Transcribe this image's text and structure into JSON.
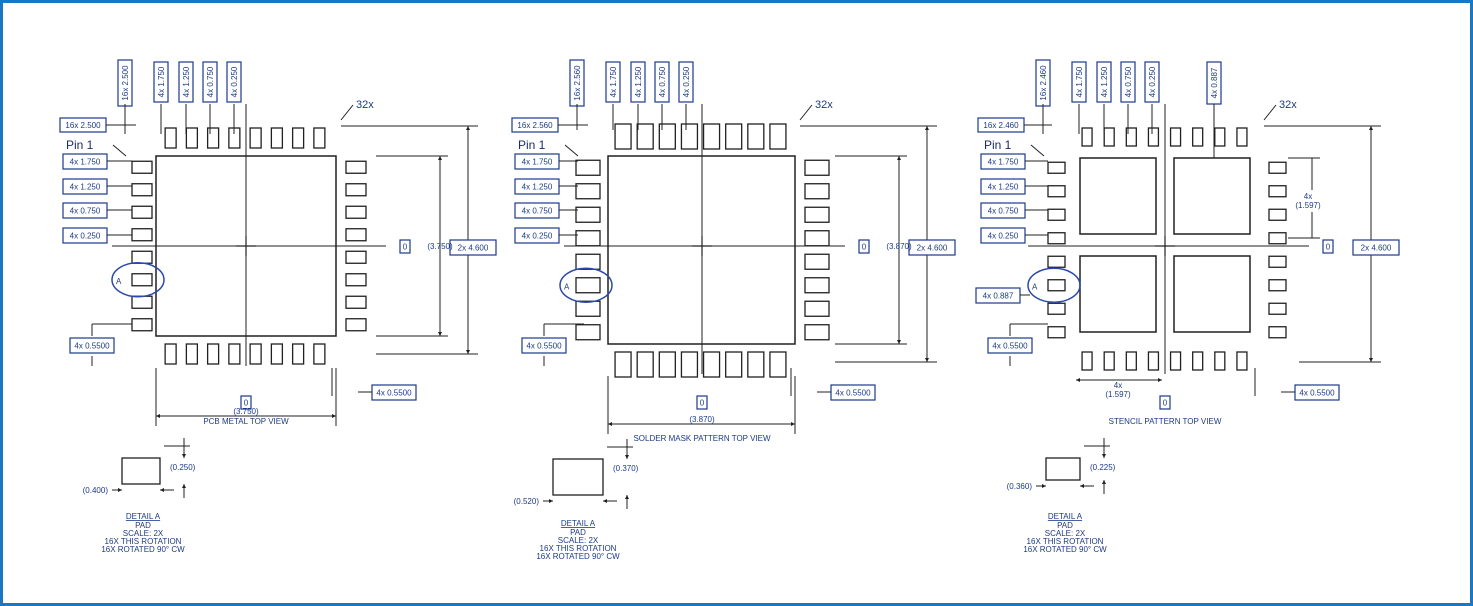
{
  "views": [
    {
      "caption": "PCB METAL TOP VIEW",
      "pin1": "Pin 1",
      "count": "32x",
      "left_labels": [
        "4x 1.750",
        "4x 1.250",
        "4x 0.750",
        "4x 0.250"
      ],
      "top_labels": [
        "16x 2.500",
        "4x 1.750",
        "4x 1.250",
        "4x 0.750",
        "4x 0.250"
      ],
      "row_label": "16x 2.500",
      "pitch_label": "4x 0.5500",
      "pitch_label_right": "4x 0.5500",
      "height_dim": "(3.750)",
      "width_dim": "(3.750)",
      "overall_dim": "2x 4.600",
      "zero_x": "0",
      "zero_y": "0",
      "detail_marker": "A",
      "detail": {
        "title": "DETAIL  A",
        "lines": [
          "PAD",
          "SCALE:  2X",
          "16X  THIS  ROTATION",
          "16X  ROTATED  90°  CW"
        ],
        "dim_w": "(0.400)",
        "dim_h": "(0.250)"
      }
    },
    {
      "caption": "SOLDER MASK PATTERN TOP VIEW",
      "pin1": "Pin 1",
      "count": "32x",
      "left_labels": [
        "4x 1.750",
        "4x 1.250",
        "4x 0.750",
        "4x 0.250"
      ],
      "top_labels": [
        "16x 2.560",
        "4x 1.750",
        "4x 1.250",
        "4x 0.750",
        "4x 0.250"
      ],
      "row_label": "16x 2.560",
      "pitch_label": "4x 0.5500",
      "pitch_label_right": "4x 0.5500",
      "height_dim": "(3.870)",
      "width_dim": "(3.870)",
      "overall_dim": "2x 4.600",
      "zero_x": "0",
      "zero_y": "0",
      "detail_marker": "A",
      "detail": {
        "title": "DETAIL  A",
        "lines": [
          "PAD",
          "SCALE:  2X",
          "16X  THIS  ROTATION",
          "16X  ROTATED  90°  CW"
        ],
        "dim_w": "(0.520)",
        "dim_h": "(0.370)"
      }
    },
    {
      "caption": "STENCIL PATTERN TOP VIEW",
      "pin1": "Pin 1",
      "count": "32x",
      "left_labels": [
        "4x 1.750",
        "4x 1.250",
        "4x 0.750",
        "4x 0.250"
      ],
      "top_labels": [
        "16x 2.460",
        "4x 1.750",
        "4x 1.250",
        "4x 0.750",
        "4x 0.250"
      ],
      "top_extra": "4x 0.887",
      "row_label": "16x 2.460",
      "pitch_label": "4x 0.5500",
      "pitch_label_right": "4x 0.5500",
      "overall_dim": "2x 4.600",
      "quad_dim": "4x\n(1.597)",
      "quad_dim_line1": "4x",
      "quad_dim_line2": "(1.597)",
      "side_extra": "4x 0.887",
      "zero_x": "0",
      "zero_y": "0",
      "detail_marker": "A",
      "detail": {
        "title": "DETAIL  A",
        "lines": [
          "PAD",
          "SCALE:  2X",
          "16X  THIS  ROTATION",
          "16X  ROTATED  90°  CW"
        ],
        "dim_w": "(0.360)",
        "dim_h": "(0.225)"
      }
    }
  ]
}
